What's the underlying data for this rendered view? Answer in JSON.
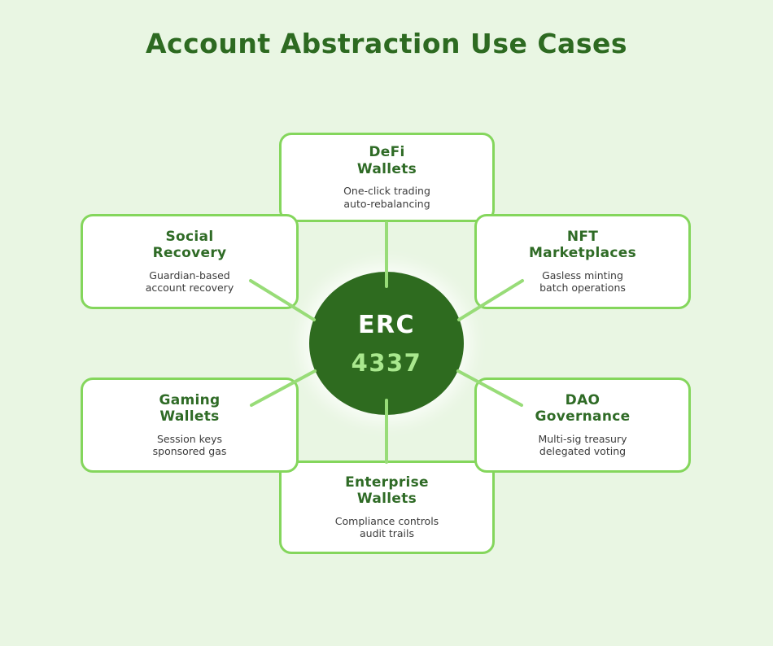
{
  "colors": {
    "bg": "#e9f6e3",
    "heading": "#2d6a21",
    "node-border": "#84d65c",
    "node-bg": "#ffffff",
    "node-title": "#2f6b26",
    "node-desc": "#3c3c3c",
    "connector": "#98dc78",
    "circle-fill": "#2e6b1f",
    "circle-text-primary": "#ffffff",
    "circle-text-secondary": "#a9e88e"
  },
  "header": {
    "title": "Account Abstraction Use Cases"
  },
  "center": {
    "label_line1": "ERC",
    "label_line2": "4337"
  },
  "nodes": [
    {
      "id": "defi-wallets",
      "title_line1": "DeFi",
      "title_line2": "Wallets",
      "desc_line1": "One-click trading",
      "desc_line2": "auto-rebalancing"
    },
    {
      "id": "social-recovery",
      "title_line1": "Social",
      "title_line2": "Recovery",
      "desc_line1": "Guardian-based",
      "desc_line2": "account recovery"
    },
    {
      "id": "nft-marketplaces",
      "title_line1": "NFT",
      "title_line2": "Marketplaces",
      "desc_line1": "Gasless minting",
      "desc_line2": "batch operations"
    },
    {
      "id": "gaming-wallets",
      "title_line1": "Gaming",
      "title_line2": "Wallets",
      "desc_line1": "Session keys",
      "desc_line2": "sponsored gas"
    },
    {
      "id": "dao-governance",
      "title_line1": "DAO",
      "title_line2": "Governance",
      "desc_line1": "Multi-sig treasury",
      "desc_line2": "delegated voting"
    },
    {
      "id": "enterprise-wallets",
      "title_line1": "Enterprise",
      "title_line2": "Wallets",
      "desc_line1": "Compliance controls",
      "desc_line2": "audit trails"
    }
  ]
}
